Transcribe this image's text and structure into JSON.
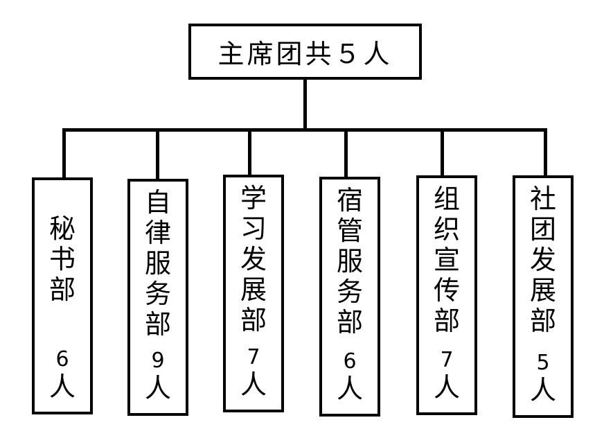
{
  "root": {
    "label": "主席团共５人"
  },
  "departments": [
    {
      "name": "秘书部",
      "count": "6",
      "unit": "人"
    },
    {
      "name": "自律服务部",
      "count": "9",
      "unit": "人"
    },
    {
      "name": "学习发展部",
      "count": "7",
      "unit": "人"
    },
    {
      "name": "宿管服务部",
      "count": "6",
      "unit": "人"
    },
    {
      "name": "组织宣传部",
      "count": "7",
      "unit": "人"
    },
    {
      "name": "社团发展部",
      "count": "5",
      "unit": "人"
    }
  ]
}
